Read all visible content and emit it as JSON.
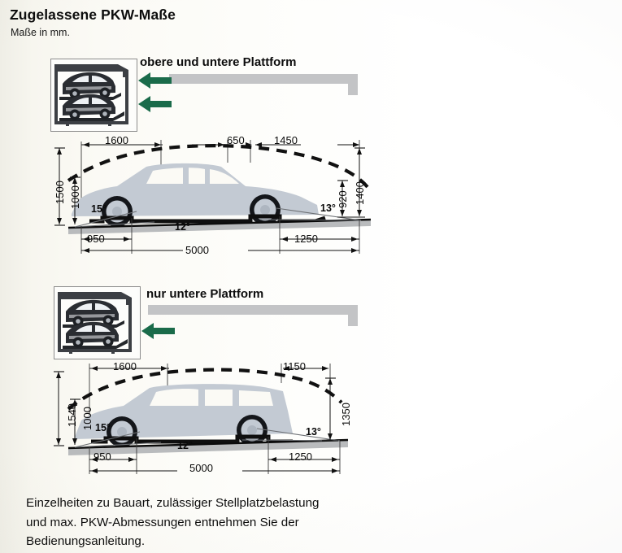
{
  "document": {
    "title": "Zugelassene PKW-Maße",
    "subtitle": "Maße in mm.",
    "footer_lines": [
      "Einzelheiten zu Bauart, zulässiger Stellplatzbelastung",
      "und max. PKW-Abmessungen entnehmen Sie der",
      "Bedienungsanleitung."
    ],
    "units": "mm"
  },
  "colors": {
    "paper": "#fbfaf5",
    "arrow_green": "#1a6b4a",
    "bar_gray": "#c3c4c6",
    "car_body": "#c3cad3",
    "platform_gray": "#b9bbbd",
    "ink": "#0d0d0d"
  },
  "sections": [
    {
      "id": "obere-und-untere-plattform",
      "heading": "obere und untere Plattform",
      "arrow_count": 2,
      "thumbnail": "parking-lift-two-levels",
      "vehicle_type": "sedan"
    },
    {
      "id": "nur-untere-plattform",
      "heading": "nur untere Plattform",
      "arrow_count": 1,
      "thumbnail": "parking-lift-two-levels",
      "vehicle_type": "station-wagon"
    }
  ],
  "chart_data": {
    "type": "table",
    "title": "Zugelassene PKW-Maße",
    "subtitle": "Maße in mm.",
    "units": "mm",
    "diagrams": [
      {
        "name": "obere und untere Plattform",
        "vehicle": "sedan",
        "dimensions_top": [
          {
            "label": "1600",
            "value": 1600,
            "position": "front-overhang-to-axle"
          },
          {
            "label": "650",
            "value": 650,
            "position": "mid"
          },
          {
            "label": "1450",
            "value": 1450,
            "position": "rear"
          }
        ],
        "dimensions_left": [
          {
            "label": "1500",
            "value": 1500,
            "position": "outer-height"
          },
          {
            "label": "1000",
            "value": 1000,
            "position": "inner-height"
          }
        ],
        "dimensions_right": [
          {
            "label": "920",
            "value": 920,
            "position": "inner-height"
          },
          {
            "label": "1400",
            "value": 1400,
            "position": "outer-height"
          }
        ],
        "dimensions_bottom": [
          {
            "label": "950",
            "value": 950,
            "position": "front"
          },
          {
            "label": "5000",
            "value": 5000,
            "position": "total-length"
          },
          {
            "label": "1250",
            "value": 1250,
            "position": "rear"
          }
        ],
        "angles": [
          {
            "label": "15°",
            "value": 15,
            "position": "front-ramp"
          },
          {
            "label": "12°",
            "value": 12,
            "position": "platform-slope"
          },
          {
            "label": "13°",
            "value": 13,
            "position": "rear-ramp"
          }
        ]
      },
      {
        "name": "nur untere Plattform",
        "vehicle": "station-wagon",
        "dimensions_top": [
          {
            "label": "1600",
            "value": 1600,
            "position": "front-overhang-to-axle"
          },
          {
            "label": "1150",
            "value": 1150,
            "position": "rear"
          }
        ],
        "dimensions_left": [
          {
            "label": "1540",
            "value": 1540,
            "position": "outer-height"
          },
          {
            "label": "1000",
            "value": 1000,
            "position": "inner-height"
          }
        ],
        "dimensions_right": [
          {
            "label": "1350",
            "value": 1350,
            "position": "outer-height"
          }
        ],
        "dimensions_bottom": [
          {
            "label": "950",
            "value": 950,
            "position": "front"
          },
          {
            "label": "5000",
            "value": 5000,
            "position": "total-length"
          },
          {
            "label": "1250",
            "value": 1250,
            "position": "rear"
          }
        ],
        "angles": [
          {
            "label": "15°",
            "value": 15,
            "position": "front-ramp"
          },
          {
            "label": "12°",
            "value": 12,
            "position": "platform-slope"
          },
          {
            "label": "13°",
            "value": 13,
            "position": "rear-ramp"
          }
        ]
      }
    ]
  }
}
